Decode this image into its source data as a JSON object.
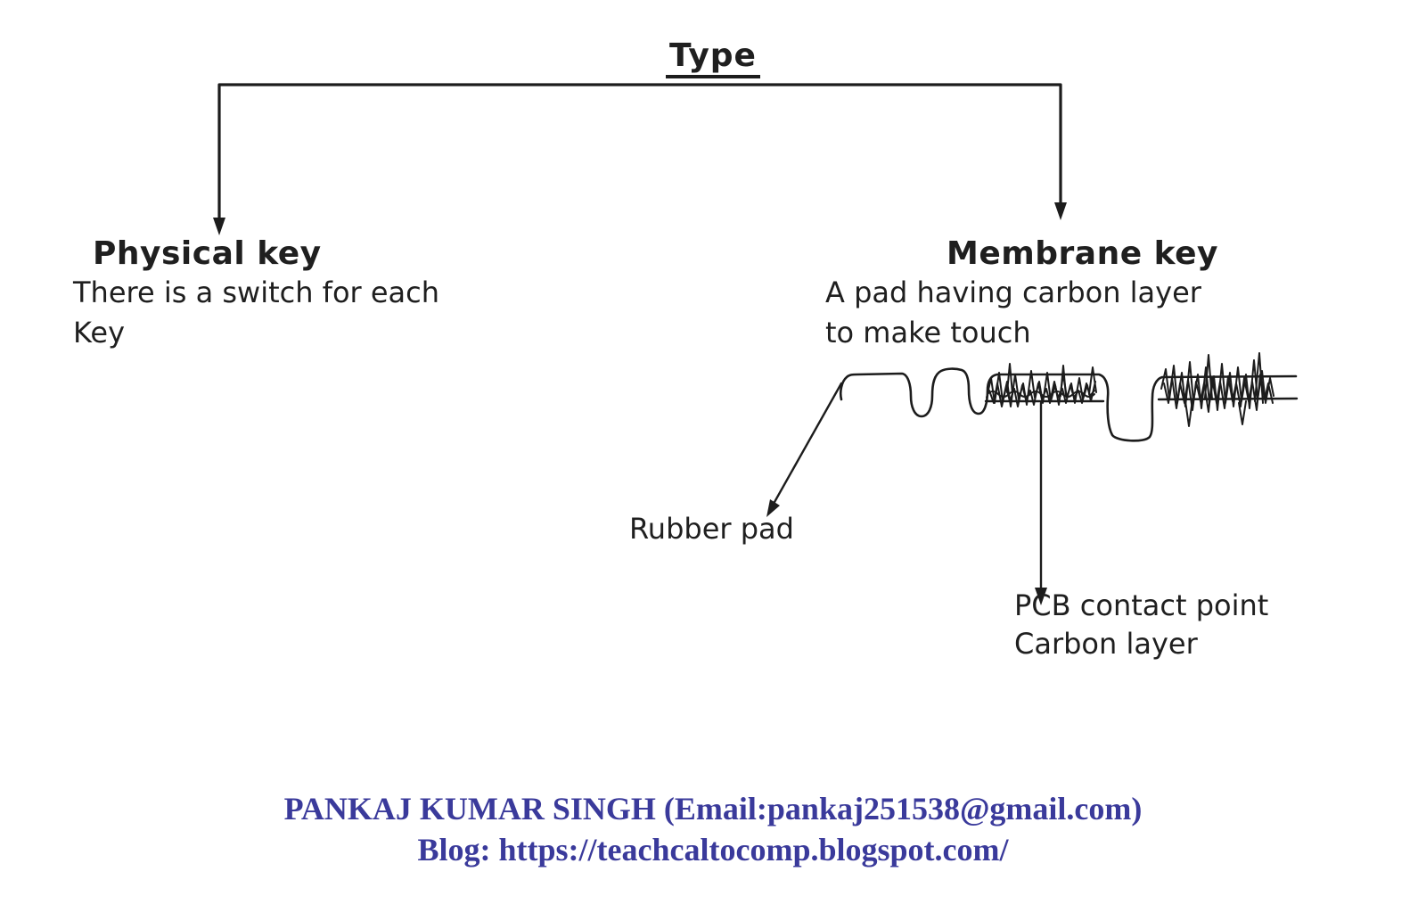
{
  "title": "Type",
  "branches": {
    "left": {
      "heading": "Physical key",
      "description": "There is a switch for each\nKey"
    },
    "right": {
      "heading": "Membrane key",
      "description": "A pad having carbon layer\n to make touch"
    }
  },
  "figure": {
    "labels": {
      "rubber_pad": "Rubber pad",
      "pcb": "PCB contact point\nCarbon layer"
    }
  },
  "footer": {
    "line1": "PANKAJ KUMAR SINGH (Email:pankaj251538@gmail.com)",
    "line2": "Blog: https://teachcaltocomp.blogspot.com/"
  },
  "colors": {
    "ink": "#1c1c1c",
    "footer_text": "#3a3a9b",
    "background": "#ffffff"
  }
}
